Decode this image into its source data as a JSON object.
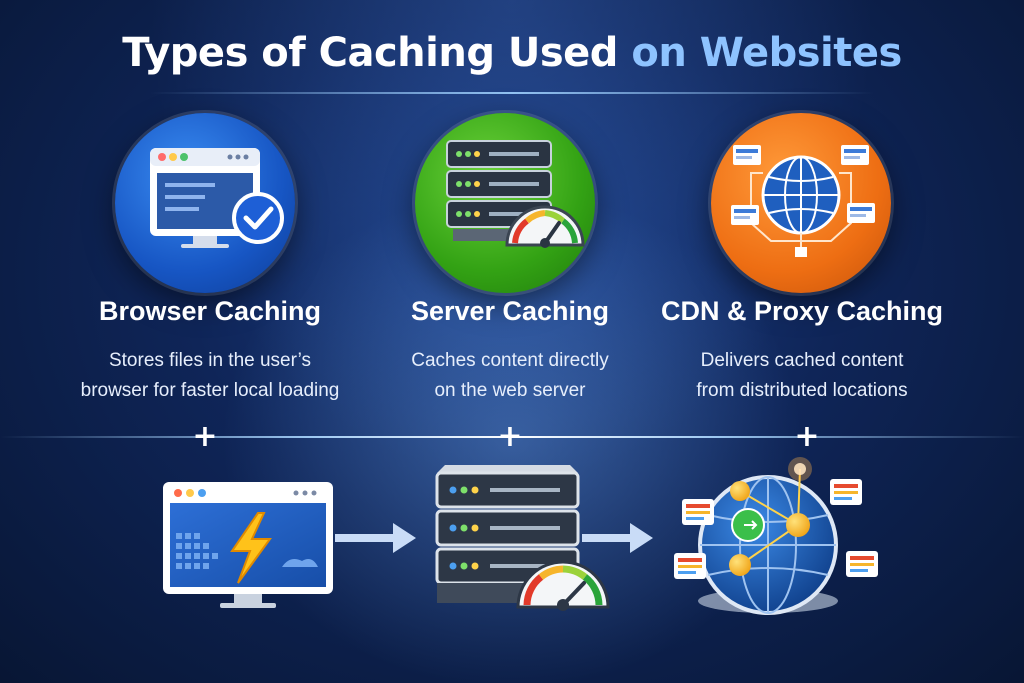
{
  "title": {
    "part1": "Types of Caching Used",
    "part2": "on Websites"
  },
  "columns": [
    {
      "heading": "Browser Caching",
      "line1": "Stores files in the user’s",
      "line2": "browser for faster local loading",
      "icon": "browser-window-check-icon"
    },
    {
      "heading": "Server Caching",
      "line1": "Caches content directly",
      "line2": "on the web server",
      "icon": "server-speedometer-icon"
    },
    {
      "heading": "CDN & Proxy Caching",
      "line1": "Delivers cached content",
      "line2": "from distributed locations",
      "icon": "globe-network-icon"
    }
  ],
  "colors": {
    "blue": "#1756c4",
    "green": "#33a214",
    "orange": "#ee6e13",
    "accent_text": "#8ec3ff"
  }
}
